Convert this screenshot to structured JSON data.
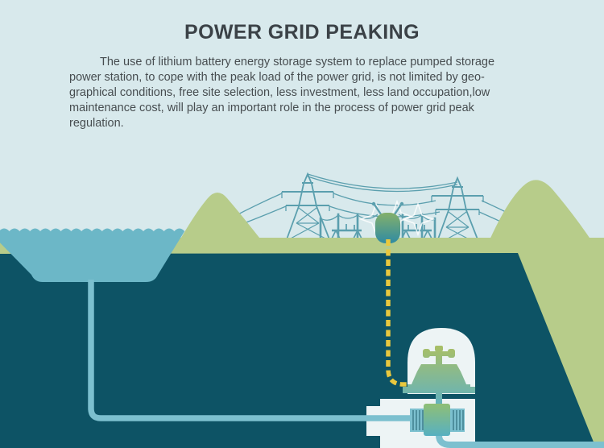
{
  "header": {
    "title": "POWER GRID PEAKING"
  },
  "description": {
    "lines": [
      "The use of lithium battery energy storage system to replace pumped storage",
      "power station, to cope with the peak load of the power grid, is not limited by geo-",
      "graphical conditions, free site selection, less investment, less land occupation,low",
      "maintenance cost, will play an important role in the process of power grid peak",
      "regulation."
    ]
  },
  "illustration": {
    "scene_description": "pumped-storage-replaced-by-battery power grid peaking diagram",
    "colors": {
      "sky": "#d8e9ec",
      "hill_green": "#b7cc8a",
      "ground_dark": "#0d5365",
      "water": "#6cb7c7",
      "pipe": "#7cc0cf",
      "structure_teal": "#5b9fae",
      "cable_yellow": "#e9c83e",
      "chamber_white": "#edf4f5",
      "machine_green": "#a8bf66",
      "machine_teal": "#5fb2c3",
      "transformer_green": "#84b06a",
      "transformer_teal": "#2f8ba3",
      "title_color": "#3b4247",
      "text_color": "#474d50"
    }
  }
}
